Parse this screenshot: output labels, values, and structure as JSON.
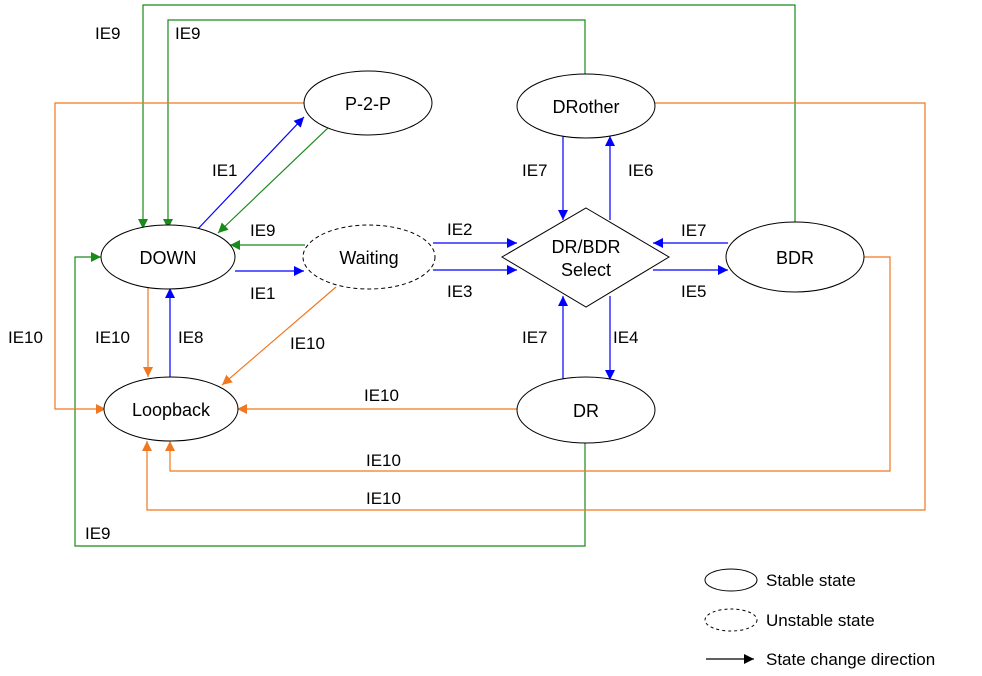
{
  "colors": {
    "blue": "#0000ff",
    "green": "#1a8a1a",
    "orange": "#f07820",
    "black": "#000000"
  },
  "states": {
    "p2p": "P-2-P",
    "down": "DOWN",
    "waiting": "Waiting",
    "loopback": "Loopback",
    "drother": "DRother",
    "drbdr_line1": "DR/BDR",
    "drbdr_line2": "Select",
    "bdr": "BDR",
    "dr": "DR"
  },
  "edge_labels": {
    "ie9_outer": "IE9",
    "ie9_inner": "IE9",
    "ie1_p2p": "IE1",
    "ie9_waiting": "IE9",
    "ie1_waiting": "IE1",
    "ie10_left": "IE10",
    "ie10_down": "IE10",
    "ie8": "IE8",
    "ie10_waiting": "IE10",
    "ie2": "IE2",
    "ie3": "IE3",
    "ie7_top": "IE7",
    "ie6": "IE6",
    "ie7_bdr": "IE7",
    "ie5": "IE5",
    "ie7_bottom": "IE7",
    "ie4": "IE4",
    "ie10_dr": "IE10",
    "ie10_bdr": "IE10",
    "ie10_drother": "IE10",
    "ie9_bottom": "IE9"
  },
  "legend": {
    "stable": "Stable state",
    "unstable": "Unstable state",
    "direction": "State change direction"
  }
}
